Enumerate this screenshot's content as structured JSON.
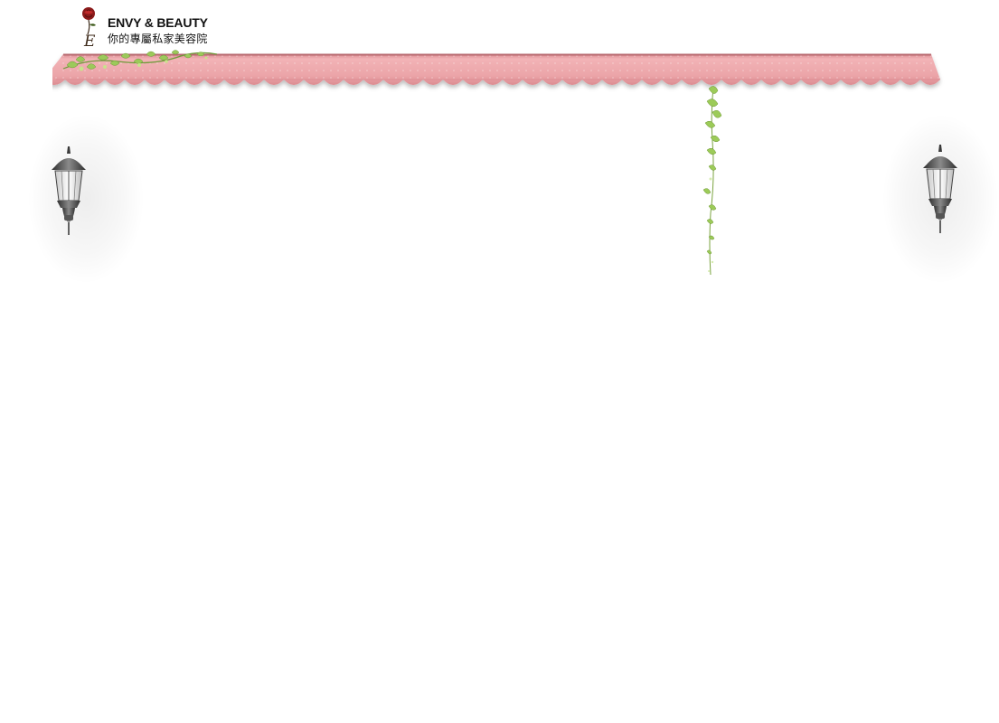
{
  "brand": {
    "name": "ENVY & BEAUTY",
    "tagline": "你的專屬私家美容院",
    "monogram": "E",
    "rose_color": "#8b1a1a"
  },
  "decor": {
    "awning_color": "#e79a9e",
    "awning_edge_color": "#c97a80",
    "vine_color": "#8cc04a",
    "lamp_color": "#555555"
  }
}
